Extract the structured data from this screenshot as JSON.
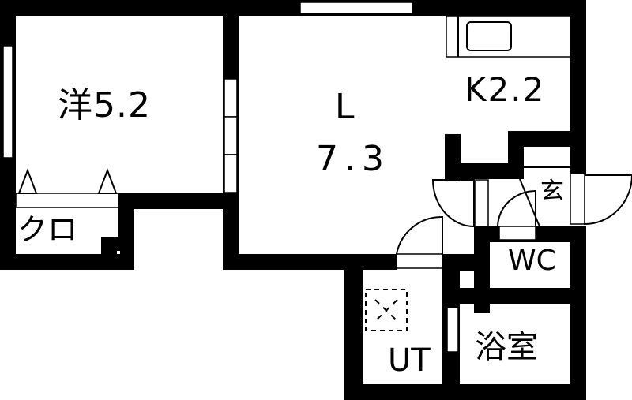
{
  "floor_plan": {
    "rooms": [
      {
        "id": "western",
        "label": "洋5.2",
        "type": "Western-style room",
        "size_jo": "5.2"
      },
      {
        "id": "closet",
        "label": "クロ",
        "type": "Closet"
      },
      {
        "id": "living",
        "label_line1": "L",
        "label_line2": "7.3",
        "type": "Living room",
        "size_jo": "7.3"
      },
      {
        "id": "kitchen",
        "label": "K2.2",
        "type": "Kitchen",
        "size_jo": "2.2"
      },
      {
        "id": "entrance",
        "label": "玄",
        "type": "Entrance"
      },
      {
        "id": "toilet",
        "label": "WC",
        "type": "Toilet"
      },
      {
        "id": "utility",
        "label": "UT",
        "type": "Utility"
      },
      {
        "id": "bathroom",
        "label": "浴室",
        "type": "Bathroom"
      }
    ],
    "colors": {
      "wall": "#000000",
      "floor": "#ffffff"
    }
  }
}
